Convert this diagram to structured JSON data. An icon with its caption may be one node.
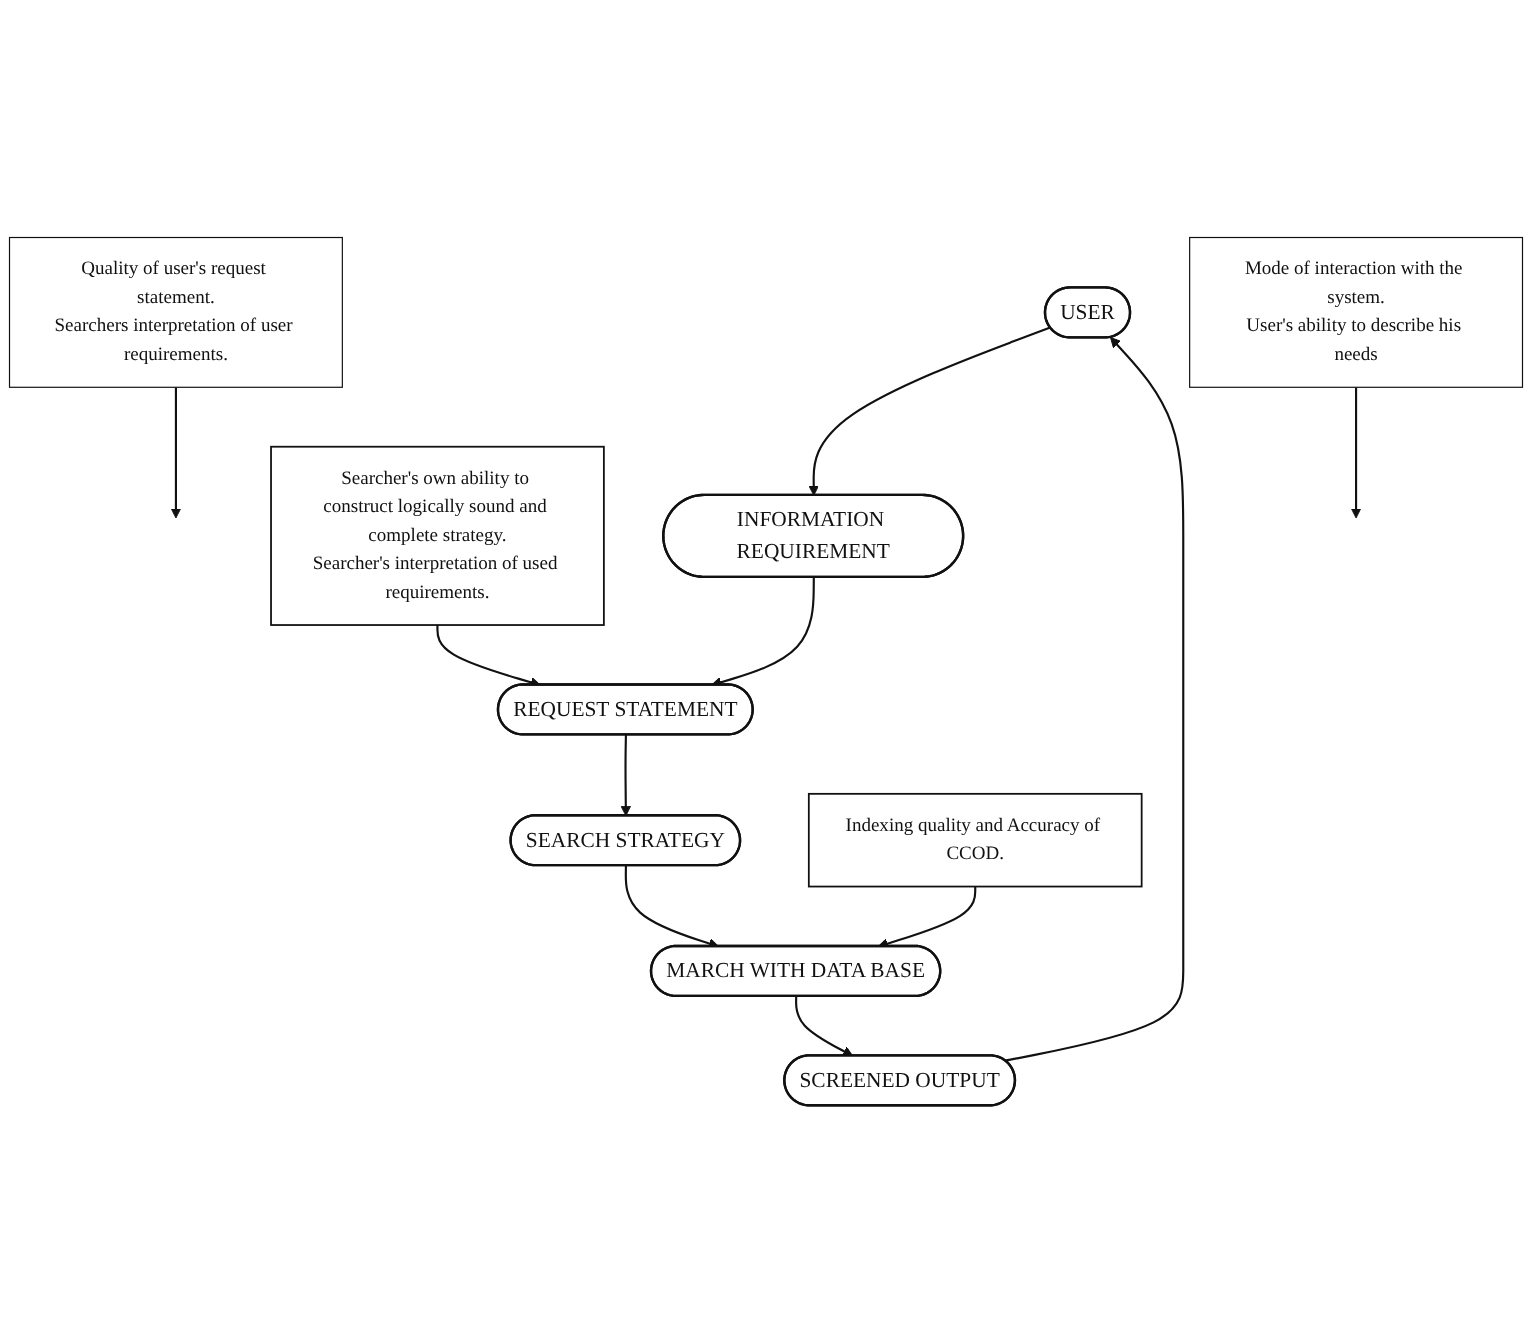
{
  "diagram": {
    "nodes": [
      {
        "text": [
          "USER"
        ]
      },
      {
        "text": [
          "INFORMATION REQUIREMENT"
        ]
      },
      {
        "text": [
          "REQUEST STATEMENT"
        ]
      },
      {
        "text": [
          "SEARCH STRATEGY"
        ]
      },
      {
        "text": [
          "MARCH WITH DATA BASE"
        ]
      },
      {
        "text": [
          "SCREENED OUTPUT"
        ]
      },
      {
        "text": [
          "Quality of user's request statement.",
          "Searchers interpretation of user requirements."
        ]
      },
      {
        "text": [
          "Mode of interaction with the system.",
          "User's ability to describe his needs"
        ]
      },
      {
        "text": [
          "Indexing quality and Accuracy of CCOD."
        ]
      },
      {
        "text": [
          "Searcher's own ability to construct logically sound and complete strategy.",
          "Searcher's interpretation of used requirements."
        ]
      }
    ],
    "edges": [
      {
        "from": 5,
        "to": 0,
        "arrow": "to"
      },
      {
        "from": 0,
        "to": 1,
        "arrow": "to"
      },
      {
        "from": 1,
        "to": 2,
        "arrow": "to"
      },
      {
        "from": 2,
        "to": 3,
        "arrow": "to"
      },
      {
        "from": 3,
        "to": 4,
        "arrow": "to"
      },
      {
        "from": 4,
        "to": 5,
        "arrow": "to"
      },
      {
        "from": 6,
        "to": null,
        "arrow": "to"
      },
      {
        "from": 7,
        "to": null,
        "arrow": "to"
      },
      {
        "from": 8,
        "to": 4,
        "arrow": "to"
      },
      {
        "from": 9,
        "to": 2,
        "arrow": "to"
      }
    ]
  }
}
